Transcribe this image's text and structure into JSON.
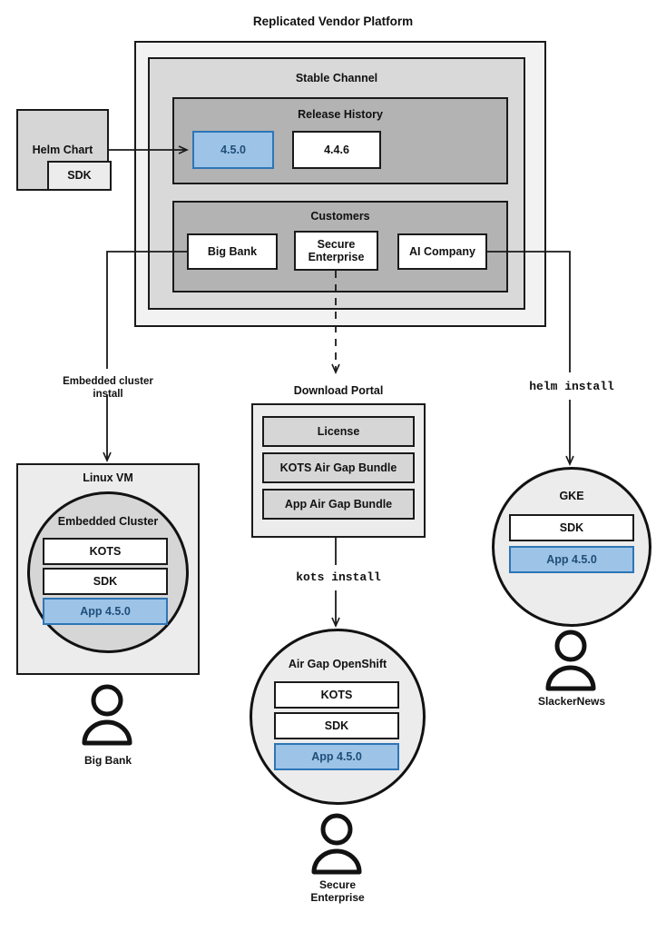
{
  "diagram": {
    "title": "Replicated Vendor Platform",
    "platform": {
      "stable_channel_label": "Stable Channel",
      "release_history": {
        "label": "Release History",
        "releases": [
          {
            "version": "4.5.0",
            "highlighted": true
          },
          {
            "version": "4.4.6",
            "highlighted": false
          }
        ]
      },
      "customers": {
        "label": "Customers",
        "entries": [
          {
            "name": "Big Bank"
          },
          {
            "name": "Secure\nEnterprise"
          },
          {
            "name": "AI Company"
          }
        ]
      }
    },
    "helm_chart": {
      "label": "Helm Chart",
      "sdk_label": "SDK"
    },
    "edges": {
      "embedded_cluster_install": "Embedded cluster\ninstall",
      "kots_install": "kots install",
      "helm_install": "helm install"
    },
    "targets": {
      "linux_vm": {
        "label": "Linux VM",
        "cluster_label": "Embedded Cluster",
        "components": [
          {
            "label": "KOTS",
            "highlighted": false
          },
          {
            "label": "SDK",
            "highlighted": false
          },
          {
            "label": "App 4.5.0",
            "highlighted": true
          }
        ],
        "user": "Big Bank"
      },
      "download_portal": {
        "label": "Download Portal",
        "artifacts": [
          {
            "label": "License"
          },
          {
            "label": "KOTS Air Gap Bundle"
          },
          {
            "label": "App Air Gap Bundle"
          }
        ]
      },
      "air_gap_openshift": {
        "label": "Air Gap OpenShift",
        "components": [
          {
            "label": "KOTS",
            "highlighted": false
          },
          {
            "label": "SDK",
            "highlighted": false
          },
          {
            "label": "App 4.5.0",
            "highlighted": true
          }
        ],
        "user": "Secure\nEnterprise"
      },
      "gke": {
        "label": "GKE",
        "components": [
          {
            "label": "SDK",
            "highlighted": false
          },
          {
            "label": "App 4.5.0",
            "highlighted": true
          }
        ],
        "user": "SlackerNews"
      }
    },
    "colors": {
      "highlight_fill": "#9dc3e6",
      "highlight_border": "#2e75b6",
      "highlight_text": "#1f4e79",
      "outline": "#1a1a1a",
      "outer_fill": "#f2f2f2",
      "channel_fill": "#d9d9d9",
      "panel_fill": "#b3b3b3"
    }
  }
}
